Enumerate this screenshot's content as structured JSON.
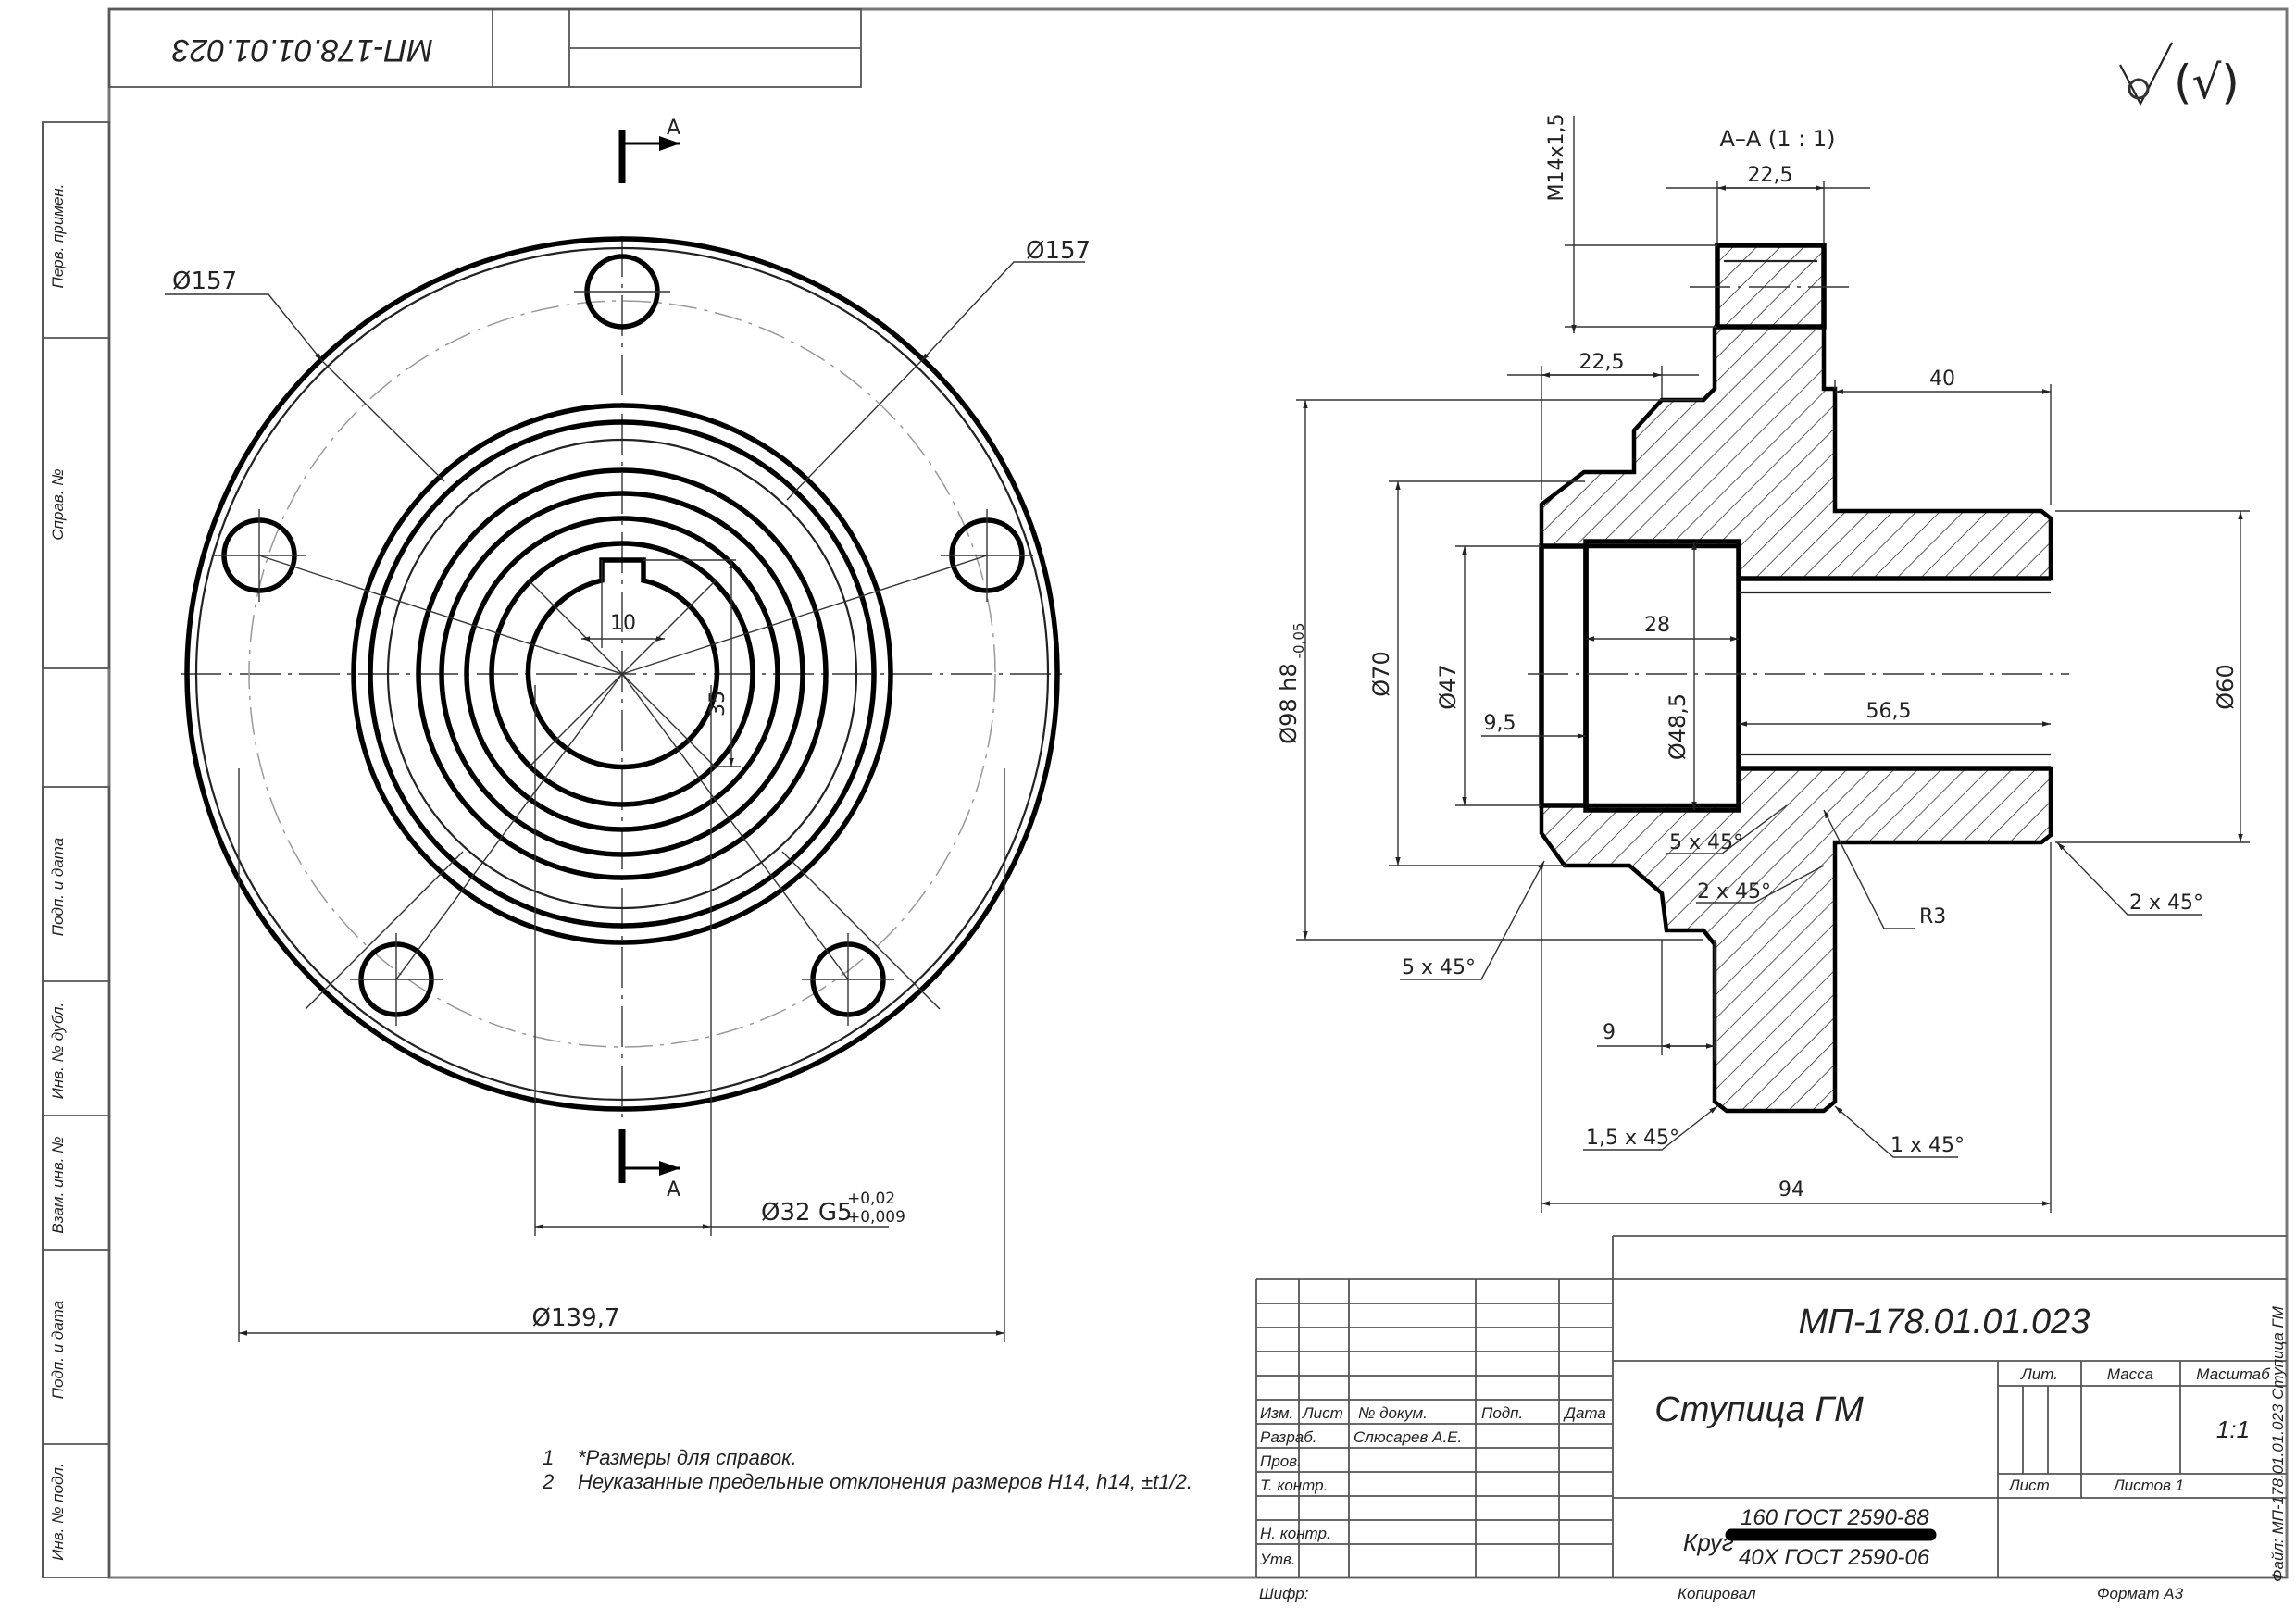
{
  "top_stamp": {
    "code_mirrored": "МП-178.01.01.023"
  },
  "side_labels": [
    "Перв. примен.",
    "Справ. №",
    "Подп. и дата",
    "Инв. № дубл.",
    "Взам. инв. №",
    "Подп. и дата",
    "Инв. № подл."
  ],
  "roughness_symbol": "(√)",
  "section_marks": {
    "letter": "А",
    "title": "А–А (1 : 1)"
  },
  "front_view_dims": {
    "d157_left": "Ø157",
    "d157_right": "Ø157",
    "key_width": "10",
    "key_depth": "35",
    "bore": "Ø32 G5",
    "bore_tol_upper": "+0,02",
    "bore_tol_lower": "+0,009",
    "outer": "Ø139,7"
  },
  "section_dims": {
    "thread": "M14x1,5",
    "d22_top": "22,5",
    "d22_mid": "22,5",
    "d40": "40",
    "d98": "Ø98 h8",
    "d98_tol": "-0,05",
    "d70": "Ø70",
    "d47": "Ø47",
    "d9_5": "9,5",
    "d28": "28",
    "d48_5": "Ø48,5",
    "d56_5": "56,5",
    "d60": "Ø60",
    "ch5_45_a": "5 x 45°",
    "ch2_45_a": "2 x 45°",
    "r3": "R3",
    "ch2_45_b": "2 x 45°",
    "ch5_45_b": "5 x 45°",
    "d9": "9",
    "ch1_5_45": "1,5 x 45°",
    "ch1_45": "1 x 45°",
    "d94": "94"
  },
  "notes": [
    {
      "num": "1",
      "text": "*Размеры для справок."
    },
    {
      "num": "2",
      "text": "Неуказанные предельные отклонения размеров H14, h14, ±t1/2."
    }
  ],
  "title_block": {
    "doc_code": "МП-178.01.01.023",
    "part_name": "Ступица ГМ",
    "col_izm": "Изм.",
    "col_list": "Лист",
    "col_doc": "№ докум.",
    "col_sign": "Подп.",
    "col_date": "Дата",
    "row_razrab": "Разраб.",
    "razrab_name": "Слюсарев А.Е.",
    "row_prov": "Пров.",
    "row_tkontr": "Т. контр.",
    "row_nkontr": "Н. контр.",
    "row_utv": "Утв.",
    "lit": "Лит.",
    "massa": "Масса",
    "masshtab": "Масштаб",
    "scale": "1:1",
    "list": "Лист",
    "listov": "Листов 1",
    "material_prefix": "Круг",
    "material_top": "160  ГОСТ 2590-88",
    "material_bottom": "40Х ГОСТ 2590-06",
    "shifr": "Шифр:",
    "kopiroval": "Копировал",
    "format": "Формат А3",
    "file_label": "Файл: МП-178.01.01.023 Ступица ГМ"
  }
}
